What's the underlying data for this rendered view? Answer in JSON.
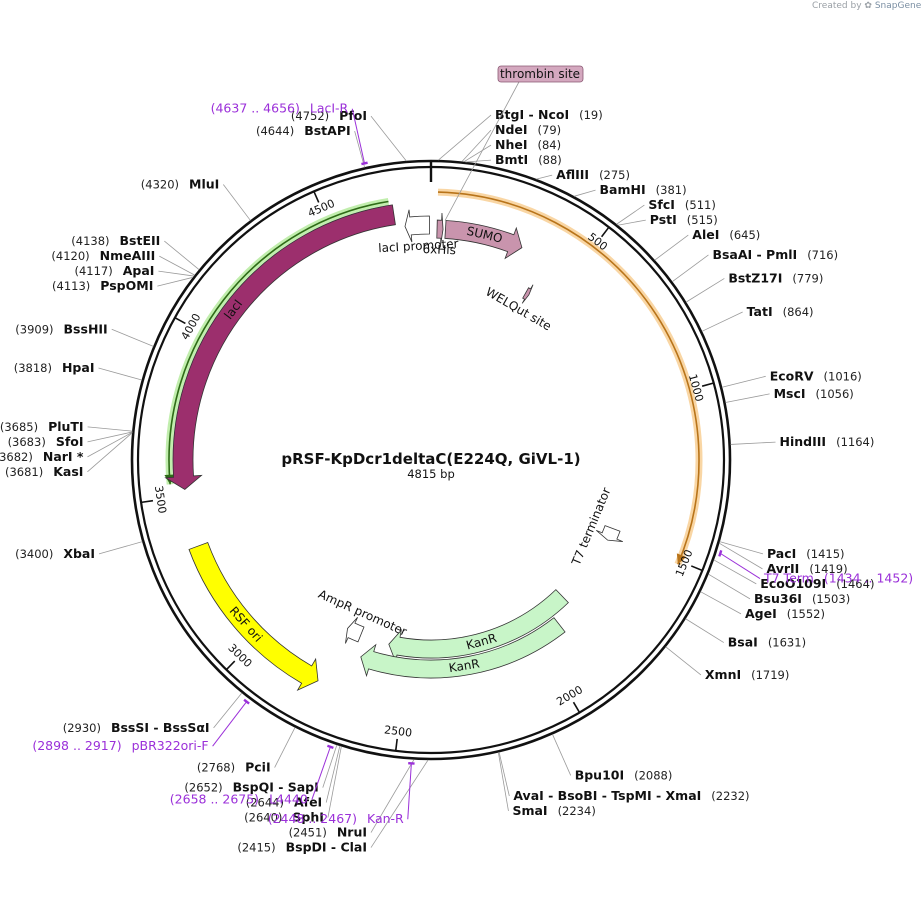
{
  "header": {
    "credit_prefix": "Created by",
    "credit_brand": "SnapGene"
  },
  "plasmid": {
    "name": "pRSF-KpDcr1deltaC(E224Q, GiVL-1)",
    "length_label": "4815 bp",
    "length": 4815
  },
  "colors": {
    "backbone": "#111111",
    "feature_purple": "#9c2f6d",
    "feature_mauve": "#c994ad",
    "feature_yellow": "#ffff00",
    "feature_green": "#c8f5c8",
    "orf_orange": "#f4b45a",
    "orf_green": "#8ee06a",
    "primer": "#9b30d9",
    "thrombin_box": "#d4a8bf"
  },
  "ticks": [
    {
      "pos": 500,
      "label": "500"
    },
    {
      "pos": 1000,
      "label": "1000"
    },
    {
      "pos": 1500,
      "label": "1500"
    },
    {
      "pos": 2000,
      "label": "2000"
    },
    {
      "pos": 2500,
      "label": "2500"
    },
    {
      "pos": 3000,
      "label": "3000"
    },
    {
      "pos": 3500,
      "label": "3500"
    },
    {
      "pos": 4000,
      "label": "4000"
    },
    {
      "pos": 4500,
      "label": "4500"
    }
  ],
  "features": [
    {
      "name": "lacI",
      "start": 3520,
      "end": 4700,
      "dir": -1,
      "color": "#9c2f6d",
      "label_color": "#ffffff",
      "kind": "thick"
    },
    {
      "name": "lacI promoter",
      "start": 4730,
      "end": 4810,
      "dir": -1,
      "color": "#ffffff",
      "label_color": "#111111",
      "kind": "promoter"
    },
    {
      "name": "6xHis",
      "start": 20,
      "end": 40,
      "dir": 1,
      "color": "#c994ad",
      "label_color": "#111111",
      "kind": "small"
    },
    {
      "name": "SUMO",
      "start": 48,
      "end": 310,
      "dir": 1,
      "color": "#c994ad",
      "label_color": "#111111",
      "kind": "thick"
    },
    {
      "name": "WELQut site",
      "start": 395,
      "end": 410,
      "dir": 1,
      "color": "#c994ad",
      "label_color": "#111111",
      "kind": "small"
    },
    {
      "name": "T7 terminator",
      "start": 1480,
      "end": 1530,
      "dir": 1,
      "color": "#ffffff",
      "label_color": "#111111",
      "kind": "promoter"
    },
    {
      "name": "RSF ori",
      "start": 2770,
      "end": 3340,
      "dir": -1,
      "color": "#ffff00",
      "label_color": "#111111",
      "kind": "thick"
    },
    {
      "name": "AmpR promoter",
      "start": 2700,
      "end": 2760,
      "dir": 1,
      "color": "#ffffff",
      "label_color": "#111111",
      "kind": "promoter"
    },
    {
      "name": "KanR",
      "start": 1820,
      "end": 2580,
      "dir": 1,
      "color": "#c8f5c8",
      "label_color": "#111111",
      "kind": "thick"
    },
    {
      "name": "KanR",
      "start": 1900,
      "end": 2670,
      "dir": 1,
      "color": "#c8f5c8",
      "label_color": "#111111",
      "kind": "thick"
    }
  ],
  "orfs": [
    {
      "start": 20,
      "end": 1510,
      "dir": 1,
      "color": "#f4b45a"
    },
    {
      "start": 3540,
      "end": 4690,
      "dir": -1,
      "color": "#8ee06a"
    },
    {
      "start": 1990,
      "end": 2590,
      "dir": 1,
      "color": "#8ee06a"
    }
  ],
  "sites": [
    {
      "name": "PfoI",
      "pos_label": "(4752)",
      "pos": 4752
    },
    {
      "name": "BstAPI",
      "pos_label": "(4644)",
      "pos": 4644
    },
    {
      "name": "MluI",
      "pos_label": "(4320)",
      "pos": 4320
    },
    {
      "name": "BstEII",
      "pos_label": "(4138)",
      "pos": 4138
    },
    {
      "name": "NmeAIII",
      "pos_label": "(4120)",
      "pos": 4120
    },
    {
      "name": "ApaI",
      "pos_label": "(4117)",
      "pos": 4117
    },
    {
      "name": "PspOMI",
      "pos_label": "(4113)",
      "pos": 4113
    },
    {
      "name": "BssHII",
      "pos_label": "(3909)",
      "pos": 3909
    },
    {
      "name": "HpaI",
      "pos_label": "(3818)",
      "pos": 3818
    },
    {
      "name": "PluTI",
      "pos_label": "(3685)",
      "pos": 3685
    },
    {
      "name": "SfoI",
      "pos_label": "(3683)",
      "pos": 3683
    },
    {
      "name": "NarI *",
      "pos_label": "(3682)",
      "pos": 3682
    },
    {
      "name": "KasI",
      "pos_label": "(3681)",
      "pos": 3681
    },
    {
      "name": "XbaI",
      "pos_label": "(3400)",
      "pos": 3400
    },
    {
      "name": "BssSI  -  BssSαI",
      "pos_label": "(2930)",
      "pos": 2930
    },
    {
      "name": "PciI",
      "pos_label": "(2768)",
      "pos": 2768
    },
    {
      "name": "BspQI  -  SapI",
      "pos_label": "(2652)",
      "pos": 2652
    },
    {
      "name": "AfeI",
      "pos_label": "(2644)",
      "pos": 2644
    },
    {
      "name": "SphI",
      "pos_label": "(2640)",
      "pos": 2640
    },
    {
      "name": "NruI",
      "pos_label": "(2451)",
      "pos": 2451
    },
    {
      "name": "BspDI  -  ClaI",
      "pos_label": "(2415)",
      "pos": 2415
    },
    {
      "name": "BtgI  -  NcoI",
      "pos_label": "(19)",
      "pos": 19
    },
    {
      "name": "NdeI",
      "pos_label": "(79)",
      "pos": 79
    },
    {
      "name": "NheI",
      "pos_label": "(84)",
      "pos": 84
    },
    {
      "name": "BmtI",
      "pos_label": "(88)",
      "pos": 88
    },
    {
      "name": "AflIII",
      "pos_label": "(275)",
      "pos": 275
    },
    {
      "name": "BamHI",
      "pos_label": "(381)",
      "pos": 381
    },
    {
      "name": "SfcI",
      "pos_label": "(511)",
      "pos": 511
    },
    {
      "name": "PstI",
      "pos_label": "(515)",
      "pos": 515
    },
    {
      "name": "AleI",
      "pos_label": "(645)",
      "pos": 645
    },
    {
      "name": "BsaAI  -  PmlI",
      "pos_label": "(716)",
      "pos": 716
    },
    {
      "name": "BstZ17I",
      "pos_label": "(779)",
      "pos": 779
    },
    {
      "name": "TatI",
      "pos_label": "(864)",
      "pos": 864
    },
    {
      "name": "EcoRV",
      "pos_label": "(1016)",
      "pos": 1016
    },
    {
      "name": "MscI",
      "pos_label": "(1056)",
      "pos": 1056
    },
    {
      "name": "HindIII",
      "pos_label": "(1164)",
      "pos": 1164
    },
    {
      "name": "PacI",
      "pos_label": "(1415)",
      "pos": 1415
    },
    {
      "name": "AvrII",
      "pos_label": "(1419)",
      "pos": 1419
    },
    {
      "name": "EcoO109I",
      "pos_label": "(1464)",
      "pos": 1464
    },
    {
      "name": "Bsu36I",
      "pos_label": "(1503)",
      "pos": 1503
    },
    {
      "name": "AgeI",
      "pos_label": "(1552)",
      "pos": 1552
    },
    {
      "name": "BsaI",
      "pos_label": "(1631)",
      "pos": 1631
    },
    {
      "name": "XmnI",
      "pos_label": "(1719)",
      "pos": 1719
    },
    {
      "name": "Bpu10I",
      "pos_label": "(2088)",
      "pos": 2088
    },
    {
      "name": "AvaI  -  BsoBI  -  TspMI  -  XmaI",
      "pos_label": "(2232)",
      "pos": 2232
    },
    {
      "name": "SmaI",
      "pos_label": "(2234)",
      "pos": 2234
    }
  ],
  "primers": [
    {
      "name": "LacI-R",
      "range_label": "(4637 .. 4656)",
      "pos": 4646
    },
    {
      "name": "T7 Term",
      "range_label": "(1434 .. 1452)",
      "pos": 1443
    },
    {
      "name": "pBR322ori-F",
      "range_label": "(2898 .. 2917)",
      "pos": 2907
    },
    {
      "name": "L4440",
      "range_label": "(2658 .. 2675)",
      "pos": 2666
    },
    {
      "name": "Kan-R",
      "range_label": "(2448 .. 2467)",
      "pos": 2457
    }
  ],
  "callouts": [
    {
      "name": "thrombin site",
      "pos": 45
    }
  ]
}
